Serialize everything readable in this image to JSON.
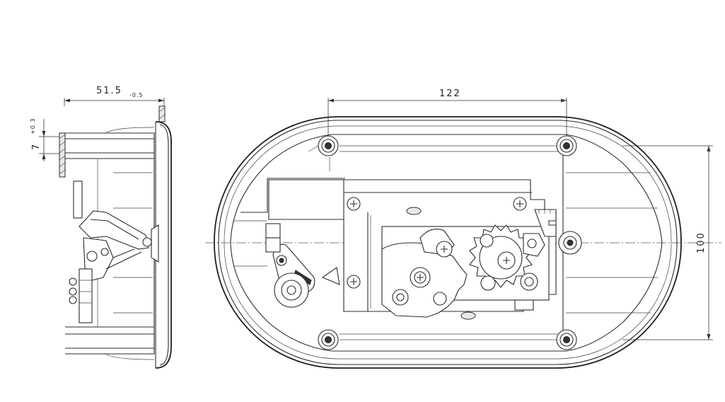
{
  "dimensions": {
    "side_depth": {
      "value": "51.5",
      "tolerance": "-0.5"
    },
    "flange_offset": {
      "value": "7",
      "tolerance": "+0.3"
    },
    "hole_spacing_horizontal": {
      "value": "122"
    },
    "height_vertical": {
      "value": "100"
    }
  },
  "colors": {
    "line": "#2b2b2b",
    "background": "#ffffff"
  }
}
